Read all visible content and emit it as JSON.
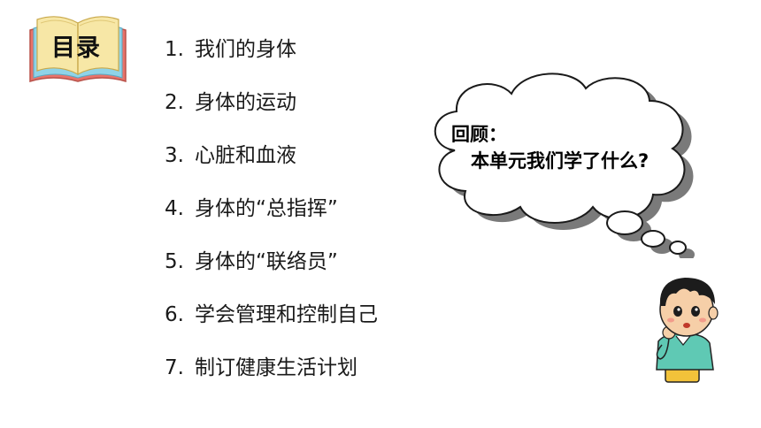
{
  "header": {
    "title": "目录",
    "icon": "open-book-icon"
  },
  "toc": [
    {
      "num": "1.",
      "label": "我们的身体"
    },
    {
      "num": "2.",
      "label": "身体的运动"
    },
    {
      "num": "3.",
      "label": "心脏和血液"
    },
    {
      "num": "4.",
      "label": "身体的“总指挥”"
    },
    {
      "num": "5.",
      "label": "身体的“联络员”"
    },
    {
      "num": "6.",
      "label": "学会管理和控制自己"
    },
    {
      "num": "7.",
      "label": "制订健康生活计划"
    }
  ],
  "bubble": {
    "line1": "回顾：",
    "line2": "本单元我们学了什么?"
  },
  "colors": {
    "book_cover": "#e9736a",
    "book_pages": "#f7e7a6",
    "book_spine_blue": "#8fd3e8",
    "cloud_shadow": "#7a7a7a",
    "boy_shirt": "#5fc9b4",
    "boy_shorts": "#f2c23a"
  }
}
